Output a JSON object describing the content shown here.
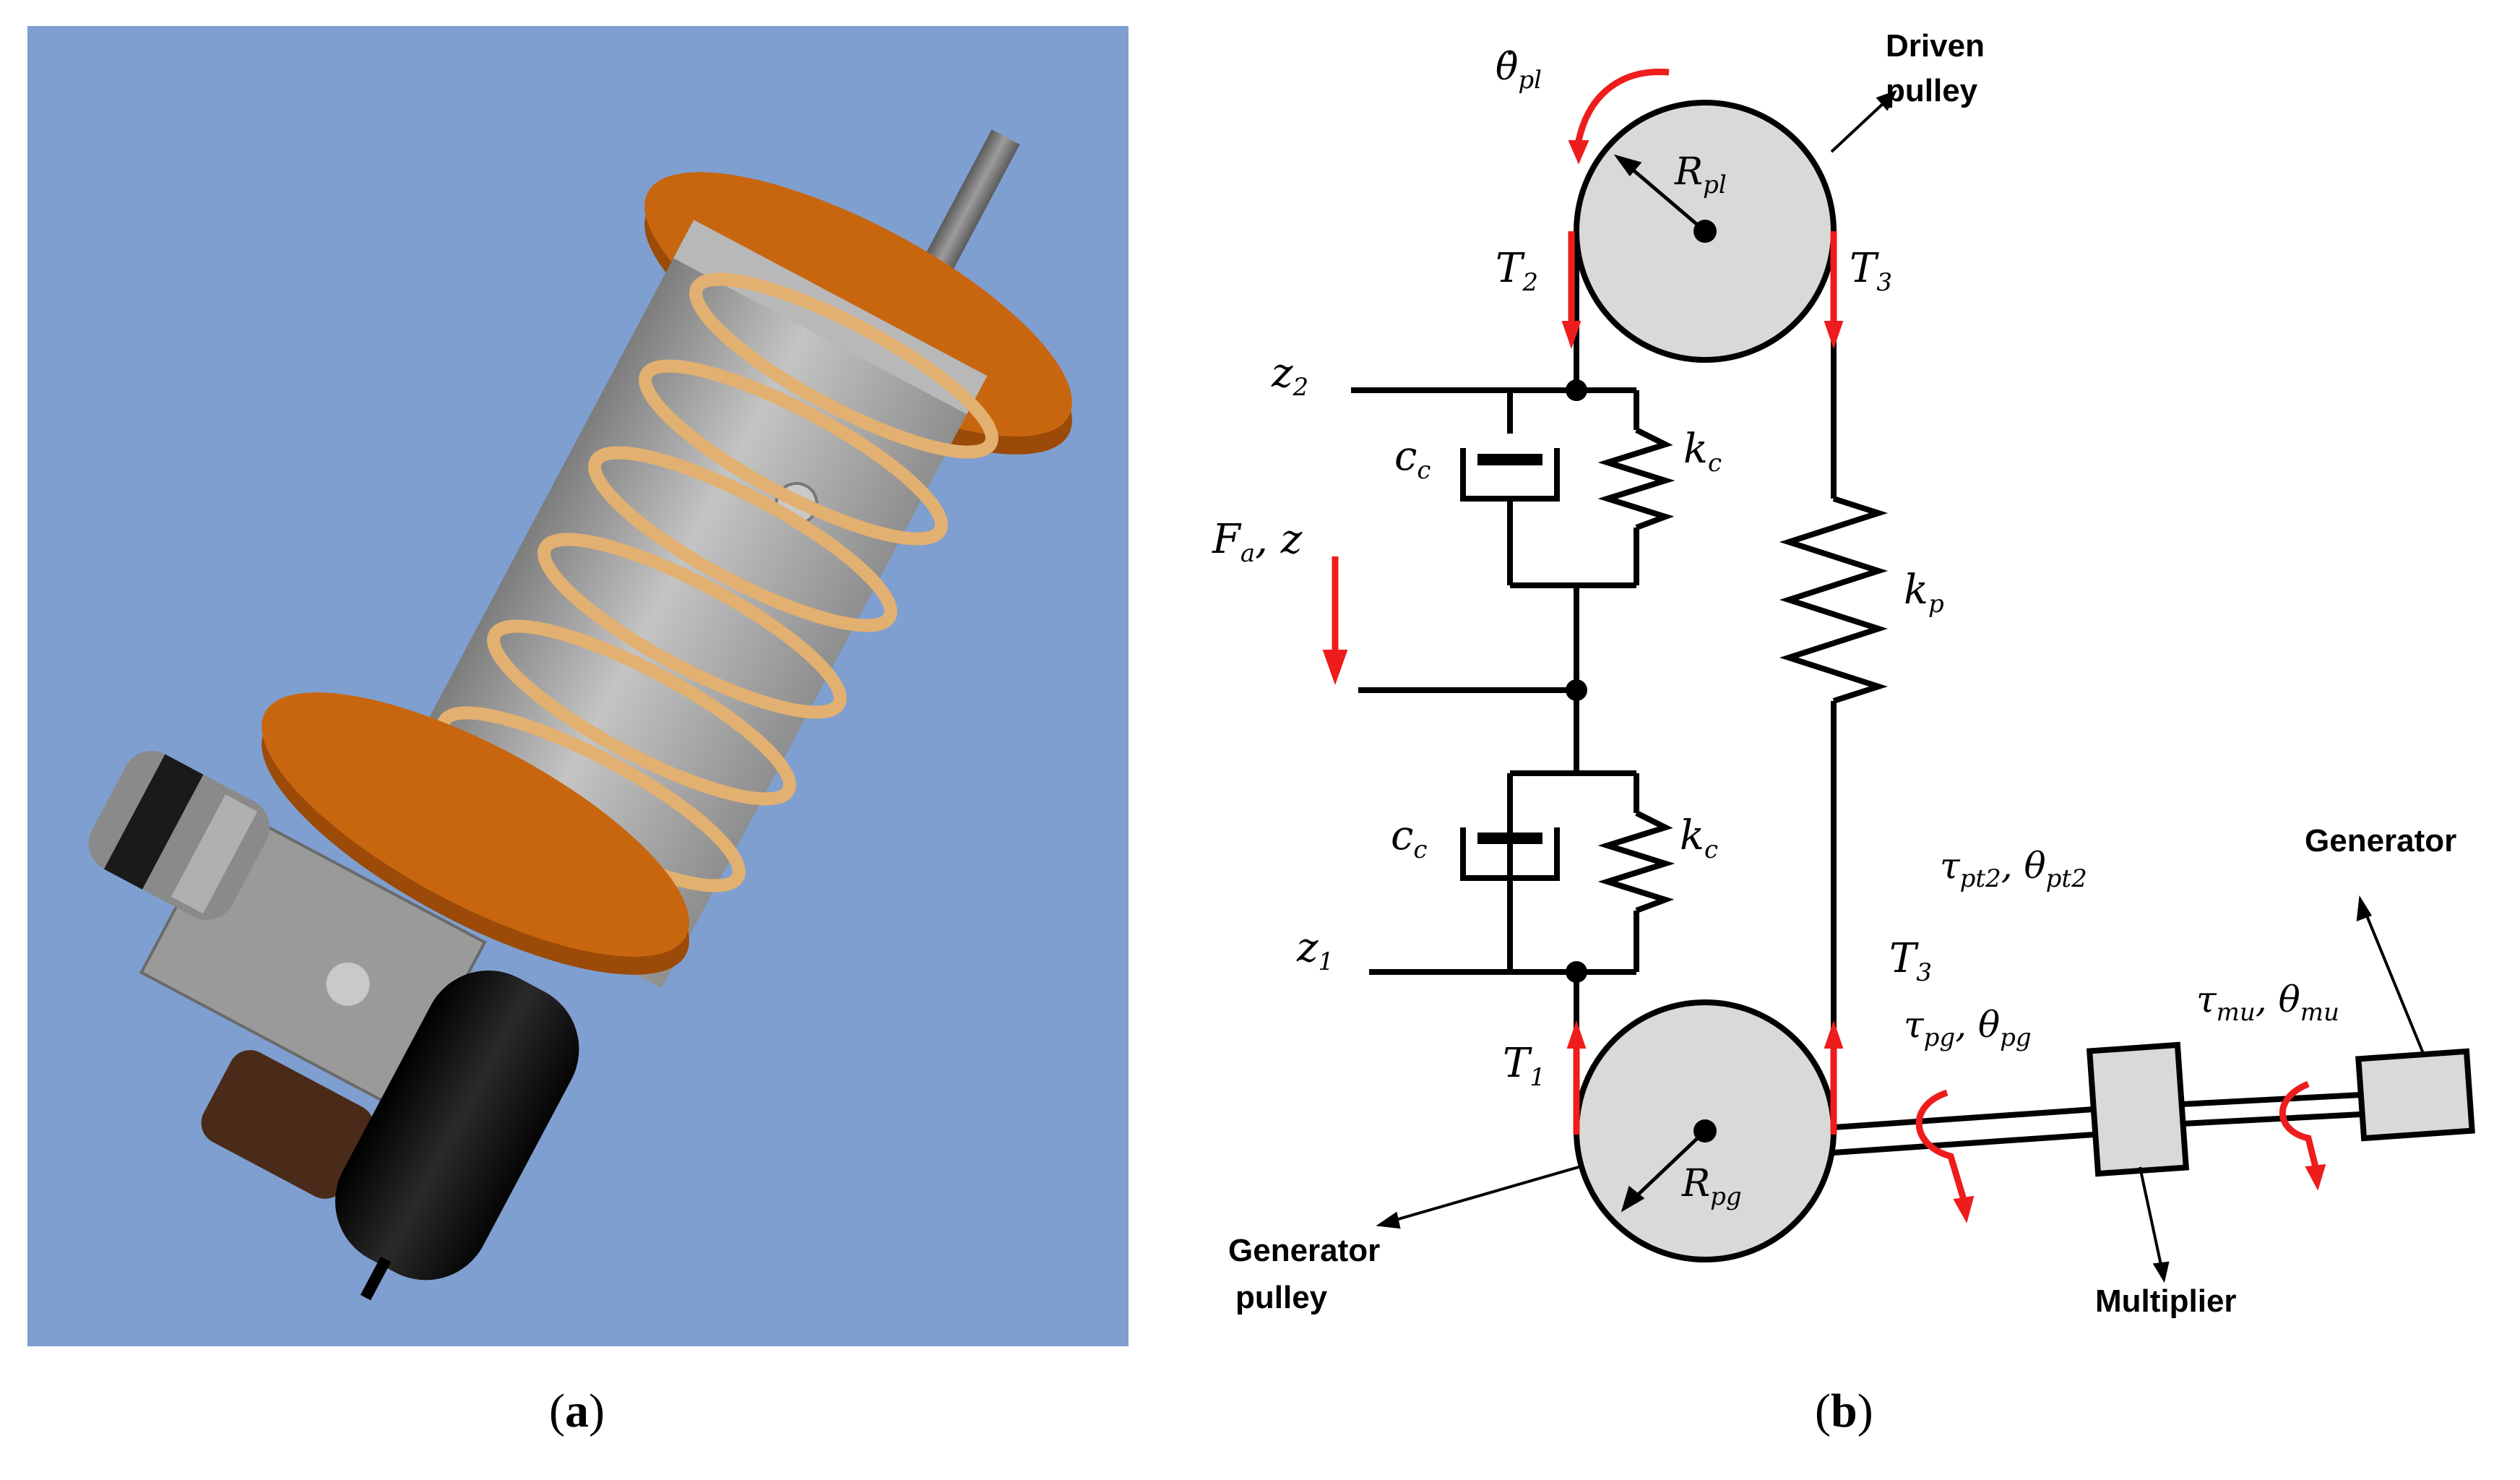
{
  "panel_a": {
    "caption_letter": "a",
    "background_color": "#7f9fd0",
    "colors": {
      "plate": "#c8660f",
      "spring": "#e2b070",
      "body": "#a8a8a8",
      "motor": "#0a0a0a"
    }
  },
  "panel_b": {
    "caption_letter": "b",
    "labels": {
      "driven_pulley": [
        "Driven",
        "pulley"
      ],
      "generator_pulley": [
        "Generator",
        "pulley"
      ],
      "generator": "Generator",
      "multiplier": "Multiplier"
    },
    "symbols": {
      "theta_dot_pl": {
        "base": "θ̇",
        "sub": "pl"
      },
      "R_pl": {
        "base": "R",
        "sub": "pl"
      },
      "T2": {
        "base": "T",
        "sub": "2"
      },
      "T3_top": {
        "base": "T",
        "sub": "3"
      },
      "z2": {
        "base": "z",
        "sub": "2"
      },
      "c_c_top": {
        "base": "c",
        "sub": "c"
      },
      "k_c_top": {
        "base": "k",
        "sub": "c"
      },
      "F_a_z": {
        "base": "F",
        "sub": "a",
        "suffix": ", z"
      },
      "k_p": {
        "base": "k",
        "sub": "p"
      },
      "c_c_bottom": {
        "base": "c",
        "sub": "c"
      },
      "k_c_bottom": {
        "base": "k",
        "sub": "c"
      },
      "z1": {
        "base": "z",
        "sub": "1"
      },
      "T1": {
        "base": "T",
        "sub": "1"
      },
      "T3_bottom": {
        "base": "T",
        "sub": "3"
      },
      "R_pg": {
        "base": "R",
        "sub": "pg"
      },
      "tau_pt2": {
        "base": "τ",
        "sub": "pt2"
      },
      "theta_pt2": {
        "base": "θ",
        "sub": "pt2"
      },
      "tau_pg": {
        "base": "τ",
        "sub": "pg"
      },
      "theta_pg": {
        "base": "θ",
        "sub": "pg"
      },
      "tau_mu": {
        "base": "τ",
        "sub": "mu"
      },
      "theta_mu": {
        "base": "θ",
        "sub": "mu"
      }
    },
    "colors": {
      "arrow": "#ee1c1c",
      "pulley_fill": "#d9d9d9",
      "line": "#000000"
    }
  }
}
